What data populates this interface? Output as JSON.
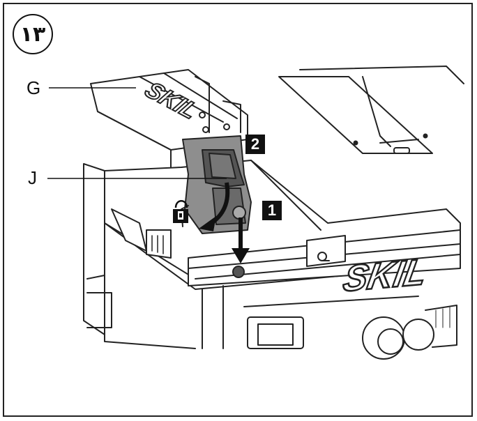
{
  "figure_number": "۱۳",
  "callouts": {
    "g": "G",
    "j": "J"
  },
  "steps": {
    "one": "1",
    "two": "2"
  },
  "brand": {
    "logo_text": "SKIL"
  }
}
